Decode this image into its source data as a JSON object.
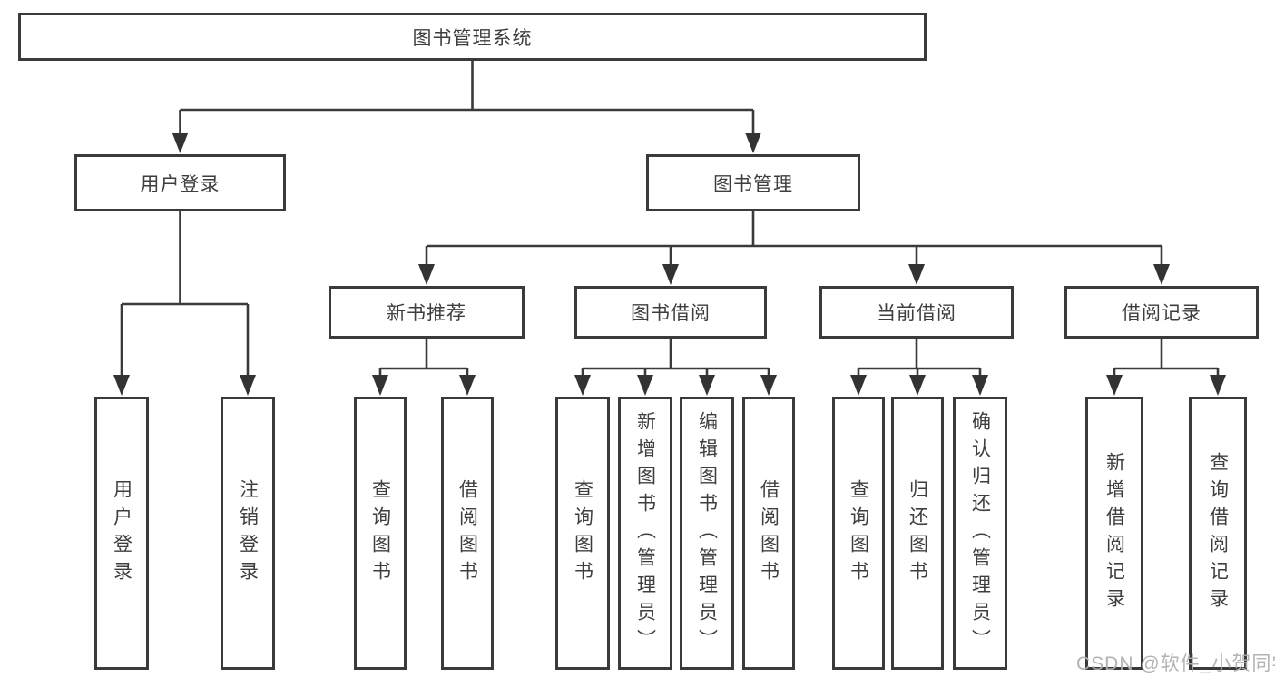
{
  "diagram": {
    "type": "tree",
    "root": {
      "label": "图书管理系统",
      "children": [
        {
          "label": "用户登录",
          "children": [
            {
              "label": "用户登录"
            },
            {
              "label": "注销登录"
            }
          ]
        },
        {
          "label": "图书管理",
          "children": [
            {
              "label": "新书推荐",
              "children": [
                {
                  "label": "查询图书"
                },
                {
                  "label": "借阅图书"
                }
              ]
            },
            {
              "label": "图书借阅",
              "children": [
                {
                  "label": "查询图书"
                },
                {
                  "label": "新增图书（管理员）"
                },
                {
                  "label": "编辑图书（管理员）"
                },
                {
                  "label": "借阅图书"
                }
              ]
            },
            {
              "label": "当前借阅",
              "children": [
                {
                  "label": "查询图书"
                },
                {
                  "label": "归还图书"
                },
                {
                  "label": "确认归还（管理员）"
                }
              ]
            },
            {
              "label": "借阅记录",
              "children": [
                {
                  "label": "新增借阅记录"
                },
                {
                  "label": "查询借阅记录"
                }
              ]
            }
          ]
        }
      ]
    }
  },
  "colors": {
    "line": "#3a3a3a",
    "text": "#3e3e3e",
    "watermark": "#afafaf"
  },
  "watermark": "CSDN @软件_小贺同学"
}
